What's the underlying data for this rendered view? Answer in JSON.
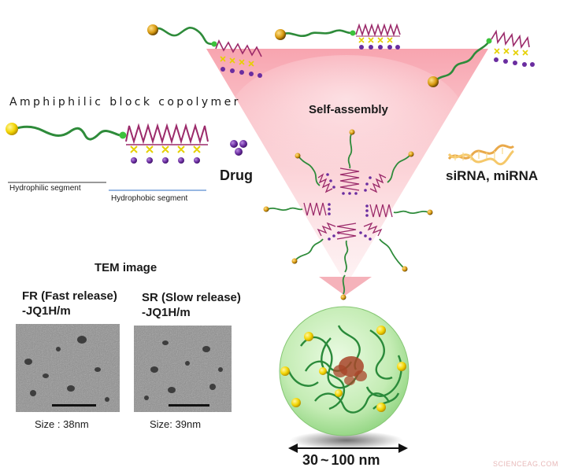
{
  "labels": {
    "amphiphilic": "Amphiphilic block copolymer",
    "hydrophilic": "Hydrophilic segment",
    "hydrophobic": "Hydrophobic segment",
    "drug": "Drug",
    "self_assembly": "Self-assembly",
    "sirna": "siRNA, miRNA",
    "tem_title": "TEM image",
    "fr_line1": "FR (Fast release)",
    "fr_line2": "-JQ1H/m",
    "sr_line1": "SR (Slow release)",
    "sr_line2": "-JQ1H/m",
    "size_fr": "Size : 38nm",
    "size_sr": "Size: 39nm",
    "size_range": "30 ~ 100 nm",
    "watermark": "SCIENCEAG.COM"
  },
  "colors": {
    "chain": "#2e8b3a",
    "hydrophilic_end": "#f2d400",
    "junction": "#3cc23c",
    "zigzag": "#9b2a6a",
    "cross": "#e5d000",
    "drug": "#6a2da0",
    "cone": "#f06a7a",
    "micelle_shell": "#bfe8b0",
    "micelle_core": "#a8452a",
    "sirna": "#f2b84a"
  },
  "icons": [
    "hydrophilic-sphere-icon",
    "drug-molecule-icon",
    "sirna-helix-icon",
    "scale-arrow-icon"
  ]
}
